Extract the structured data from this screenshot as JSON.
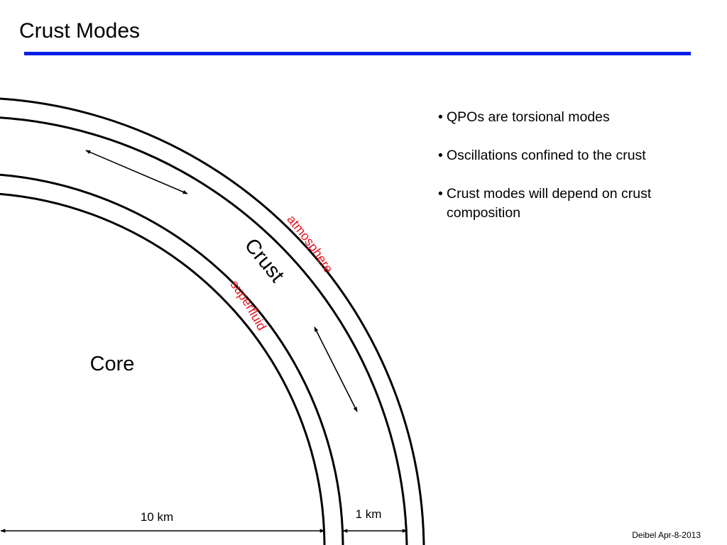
{
  "slide": {
    "title": "Crust Modes",
    "footer": "Deibel Apr-8-2013",
    "accent_color": "#0a1fe6"
  },
  "diagram": {
    "core_label": "Core",
    "crust_label": "Crust",
    "outer_layer_label": "atmosphere",
    "inner_layer_label": "superfluid",
    "layer_label_color": "#e8141e",
    "radius_label": "10 km",
    "thickness_label": "1 km"
  },
  "bullets": [
    {
      "marker": "•",
      "text": "QPOs are torsional modes"
    },
    {
      "marker": "•",
      "text": "Oscillations confined to the crust"
    },
    {
      "marker": "•",
      "text": "Crust modes will depend on crust composition"
    }
  ]
}
